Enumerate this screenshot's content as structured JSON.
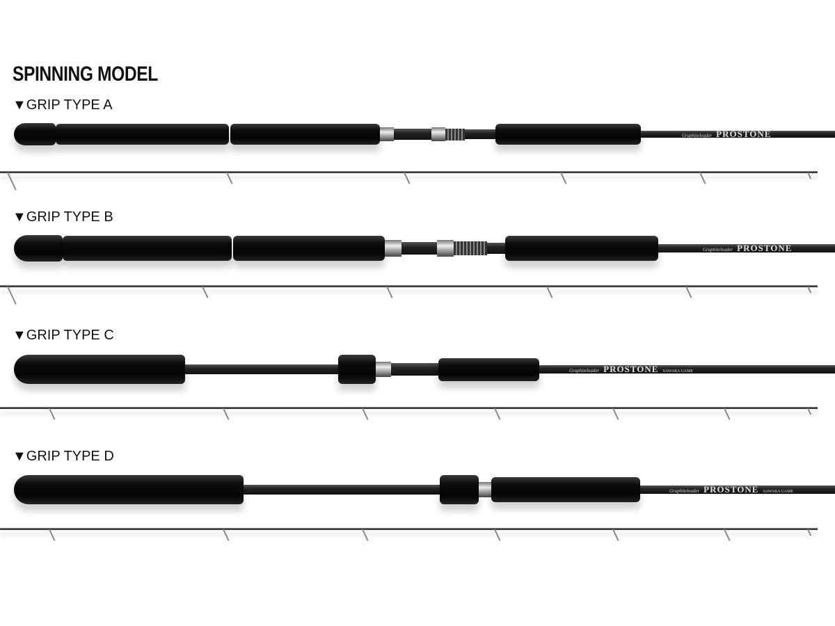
{
  "heading": "SPINNING MODEL",
  "grips": [
    {
      "label": "▼GRIP TYPE A",
      "brand": "Graphiteleader",
      "logo": "PROSTONE",
      "series": ""
    },
    {
      "label": "▼GRIP TYPE B",
      "brand": "Graphiteleader",
      "logo": "PROSTONE",
      "series": ""
    },
    {
      "label": "▼GRIP TYPE C",
      "brand": "Graphiteleader",
      "logo": "PROSTONE",
      "series": "SAWARA GAME"
    },
    {
      "label": "▼GRIP TYPE D",
      "brand": "Graphiteleader",
      "logo": "PROSTONE",
      "series": "SAWARA GAME"
    }
  ]
}
